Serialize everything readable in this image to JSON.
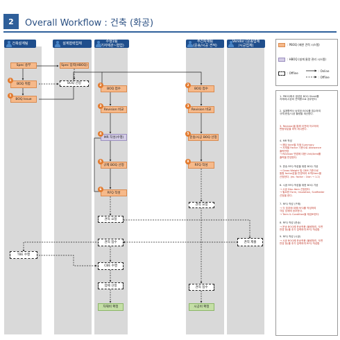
{
  "header": {
    "number": "2",
    "title": "Overall Workflow : 건축 (화공)"
  },
  "lanes": [
    {
      "name": "건축설계팀"
    },
    {
      "name": "설계협력업체"
    },
    {
      "name": "수행1팀\n(기자재관~협업)"
    },
    {
      "name": "주간자재팀\n(운송/시공 견적)"
    },
    {
      "name": "Vendor (운송업체\n/시공업체)"
    }
  ],
  "boxes": {
    "spec_issue": "Spec 송부",
    "spec_input": "Spec 입력(HBOQ)",
    "boq_create": "BOQ 취합",
    "boq_select": "BOQ 선정",
    "boq_issue": "BOQ Issue",
    "boq_receive1": "BOQ 접수",
    "revision1": "Revision 비교",
    "mr_create": "MR 작성(수행)",
    "spec_boq": "규제 BOQ 선정",
    "rfq_create1": "RFQ 작성",
    "boq_receive2": "BOQ 접수",
    "revision2": "Revision 비교",
    "transport_boq": "운송/시공 BOQ 선정",
    "rfq_create2": "RFQ 작성",
    "quote_request1": "견적 요청",
    "quote_request2": "견적 요청",
    "quote_receive1": "견적 접수",
    "quote_submit": "견적 제출",
    "tbe": "TBE 수행",
    "cbe": "CBE 수행",
    "quote_select": "업체 선정",
    "quote_receive2": "견적 접수",
    "contract1": "자재비 확정",
    "contract2": "시공비 확정"
  },
  "badges": [
    "1",
    "1",
    "2",
    "3",
    "4",
    "5",
    "6",
    "2",
    "3",
    "5",
    "8"
  ],
  "legend": {
    "pboq": ": PBOQ (배관 견적 시스템)",
    "hboq": ": HBOQ (설계 물량 관리 시스템)",
    "online": ": Online",
    "offline_box": ": Offline",
    "offline_arrow": ": Offline"
  },
  "notes": [
    {
      "text": "1. PBOQ에서 생성된 BOQ Sheet를\n자재비/시공비 견적용으로 송부한다.",
      "red": false
    },
    {
      "text": "2. 설계협력사 송부된 BOQ를 접수하여\n규격/운송/시공 물량을 계산한다.",
      "red": false
    },
    {
      "text": "3. Revision을 통해 이전에 차고하여\n변동부분을 파악 제시한다.",
      "red": true
    },
    {
      "text": "4. MR 작성",
      "red": false
    },
    {
      "text": "→ 해당 Item별 자재 Summary\n→ 자재별 Factor 기준으로 Allowance\n    출력반영\n→ Revision 변경에 대한 Unit/Area를\n    출력을 반영한다.",
      "red": true
    },
    {
      "text": "5. 운송 RFQ 작성을 위한 BOQ 가공",
      "red": false
    },
    {
      "text": "→ Gross Weight 및 CBM 기준으로\n    통합 factor값을 반영하여 요약(Item별\n    산정한다. (ex. factor : 1ton → 1.2)",
      "red": true
    },
    {
      "text": "6. 시공 RFQ 작성을 위한 BOQ 가공",
      "red": false
    },
    {
      "text": "→ 시공 Disc.Item 선정한다.\n→ 필요한 Form, Insulation, Scaffolder\n    선정을 한다.",
      "red": true
    },
    {
      "text": "7. RFQ 작성 (구매)",
      "red": false
    },
    {
      "text": "→ 각 부과에 대해 RFQ를 작성하여\n    각담 업체에 송부한다.\n→ Term & Condition을 재검토한다.",
      "red": true
    },
    {
      "text": "8. RFQ 작성 (운송)",
      "red": false
    },
    {
      "text": "→ 운송 BOQ에 운송적용 (물량정리, 도면\n    반영 등)를 추가 입력하여 RFQ 작성함",
      "red": true
    },
    {
      "text": "9. RFQ 작성 (시공)",
      "red": false
    },
    {
      "text": "→ 시공 BOQ에 운송적용 (물량정리, 도면\n    반영 등)를 추가 입력하여 RFQ 작성함",
      "red": true
    }
  ]
}
